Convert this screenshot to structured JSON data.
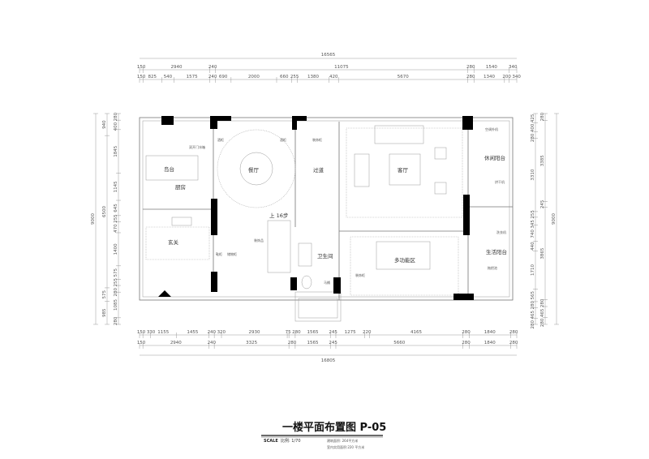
{
  "dimensions": {
    "top_total": "16565",
    "top_row1": [
      150,
      2940,
      240,
      11075,
      280,
      1540,
      340
    ],
    "top_row2": [
      150,
      825,
      540,
      1575,
      240,
      690,
      2000,
      660,
      255,
      1380,
      420,
      5670,
      280,
      1340,
      200,
      340
    ],
    "bottom_row1": [
      150,
      330,
      1155,
      1455,
      240,
      320,
      2930,
      75,
      280,
      1565,
      245,
      1275,
      220,
      4165,
      280,
      1840,
      280
    ],
    "bottom_row2": [
      150,
      2940,
      240,
      3325,
      280,
      1565,
      245,
      5660,
      280,
      1840,
      280
    ],
    "bottom_total": "16805",
    "left_total": "9000",
    "left_mid": [
      940,
      6500,
      575,
      985
    ],
    "left_inner": [
      280,
      400,
      1845,
      1145,
      645,
      255,
      470,
      1400,
      575,
      255,
      280,
      1085,
      280
    ],
    "right_total": "9000",
    "right_mid": [
      280,
      3385,
      245,
      3865,
      280,
      465,
      280
    ],
    "right_inner": [
      425,
      400,
      280,
      3310,
      255,
      345,
      740,
      440,
      1710,
      565,
      280,
      465,
      280
    ]
  },
  "rooms": {
    "island": "岛台",
    "kitchen": "厨房",
    "dining": "餐厅",
    "corridor": "过道",
    "living": "客厅",
    "leisure_balcony": "休闲阳台",
    "utility_balcony": "生活阳台",
    "foyer": "玄关",
    "bathroom": "卫生间",
    "multi_area": "多功能区",
    "stairs": "上 16步"
  },
  "annotations": {
    "fridge": "双开门冰箱",
    "cabinet_left": "酒柜",
    "cabinet_right": "酒柜",
    "display": "装饰柜",
    "ac_unit": "空调外机",
    "dryer": "烘干机",
    "washer": "洗衣机",
    "mop": "拖把池",
    "shoe": "鞋柜",
    "shoe2": "储物柜",
    "storage": "装饰品",
    "toilet": "马桶",
    "deco2": "装饰柜"
  },
  "title_block": {
    "title": "一楼平面布置图  P-05",
    "scale_label": "SCALE",
    "scale_value": "比例: 1/70",
    "note1": "建筑面积: 264平方米",
    "note2": "室内实用面积:220  平方米"
  }
}
